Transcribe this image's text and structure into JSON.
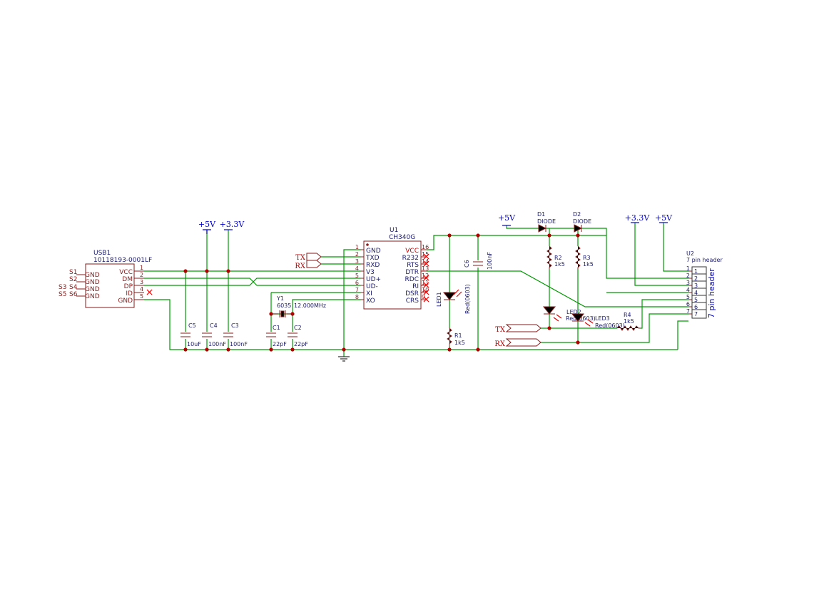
{
  "power": {
    "p5v": "+5V",
    "p33v": "+3.3V"
  },
  "usb": {
    "ref": "USB1",
    "value": "10118193-0001LF",
    "left_pins": [
      "S1",
      "S2",
      "S3",
      "S4",
      "S5",
      "S6"
    ],
    "gnd_labels": [
      "GND",
      "GND",
      "GND",
      "GND"
    ],
    "right_names": [
      "VCC",
      "DM",
      "DP",
      "ID",
      "GND"
    ],
    "right_nums": [
      "1",
      "2",
      "3",
      "4",
      "5"
    ]
  },
  "u1": {
    "ref": "U1",
    "value": "CH340G",
    "left_names": [
      "GND",
      "TXD",
      "RXD",
      "V3",
      "UD+",
      "UD-",
      "XI",
      "XO"
    ],
    "left_nums": [
      "1",
      "2",
      "3",
      "4",
      "5",
      "6",
      "7",
      "8"
    ],
    "right_names": [
      "VCC",
      "R232",
      "RTS",
      "DTR",
      "RDC",
      "RI",
      "DSR",
      "CRS"
    ],
    "right_nums": [
      "16",
      "15",
      "14",
      "13",
      "12",
      "11",
      "10",
      "9"
    ]
  },
  "labels": {
    "tx": "TX",
    "rx": "RX"
  },
  "caps": {
    "c5": {
      "ref": "C5",
      "value": "10uF"
    },
    "c4": {
      "ref": "C4",
      "value": "100nF"
    },
    "c3": {
      "ref": "C3",
      "value": "100nF"
    },
    "c1": {
      "ref": "C1",
      "value": "22pF"
    },
    "c2": {
      "ref": "C2",
      "value": "22pF"
    },
    "c6": {
      "ref": "C6",
      "value": "100nF"
    }
  },
  "crystal": {
    "ref": "Y1",
    "package": "6035",
    "value": "12.000MHz"
  },
  "leds": {
    "led1": {
      "ref": "LED1",
      "value": "Red(0603)"
    },
    "led2": {
      "ref": "LED2",
      "value": "Red(0603)"
    },
    "led3": {
      "ref": "LED3",
      "value": "Red(0603)"
    }
  },
  "resistors": {
    "r1": {
      "ref": "R1",
      "value": "1k5"
    },
    "r2": {
      "ref": "R2",
      "value": "1k5"
    },
    "r3": {
      "ref": "R3",
      "value": "1k5"
    },
    "r4": {
      "ref": "R4",
      "value": "1k5"
    }
  },
  "diodes": {
    "d1": {
      "ref": "D1",
      "value": "DIODE"
    },
    "d2": {
      "ref": "D2",
      "value": "DIODE"
    }
  },
  "header": {
    "ref": "U2",
    "value": "7 pin header",
    "title": "7 pin header",
    "pins": [
      "1",
      "2",
      "3",
      "4",
      "5",
      "6",
      "7"
    ]
  }
}
